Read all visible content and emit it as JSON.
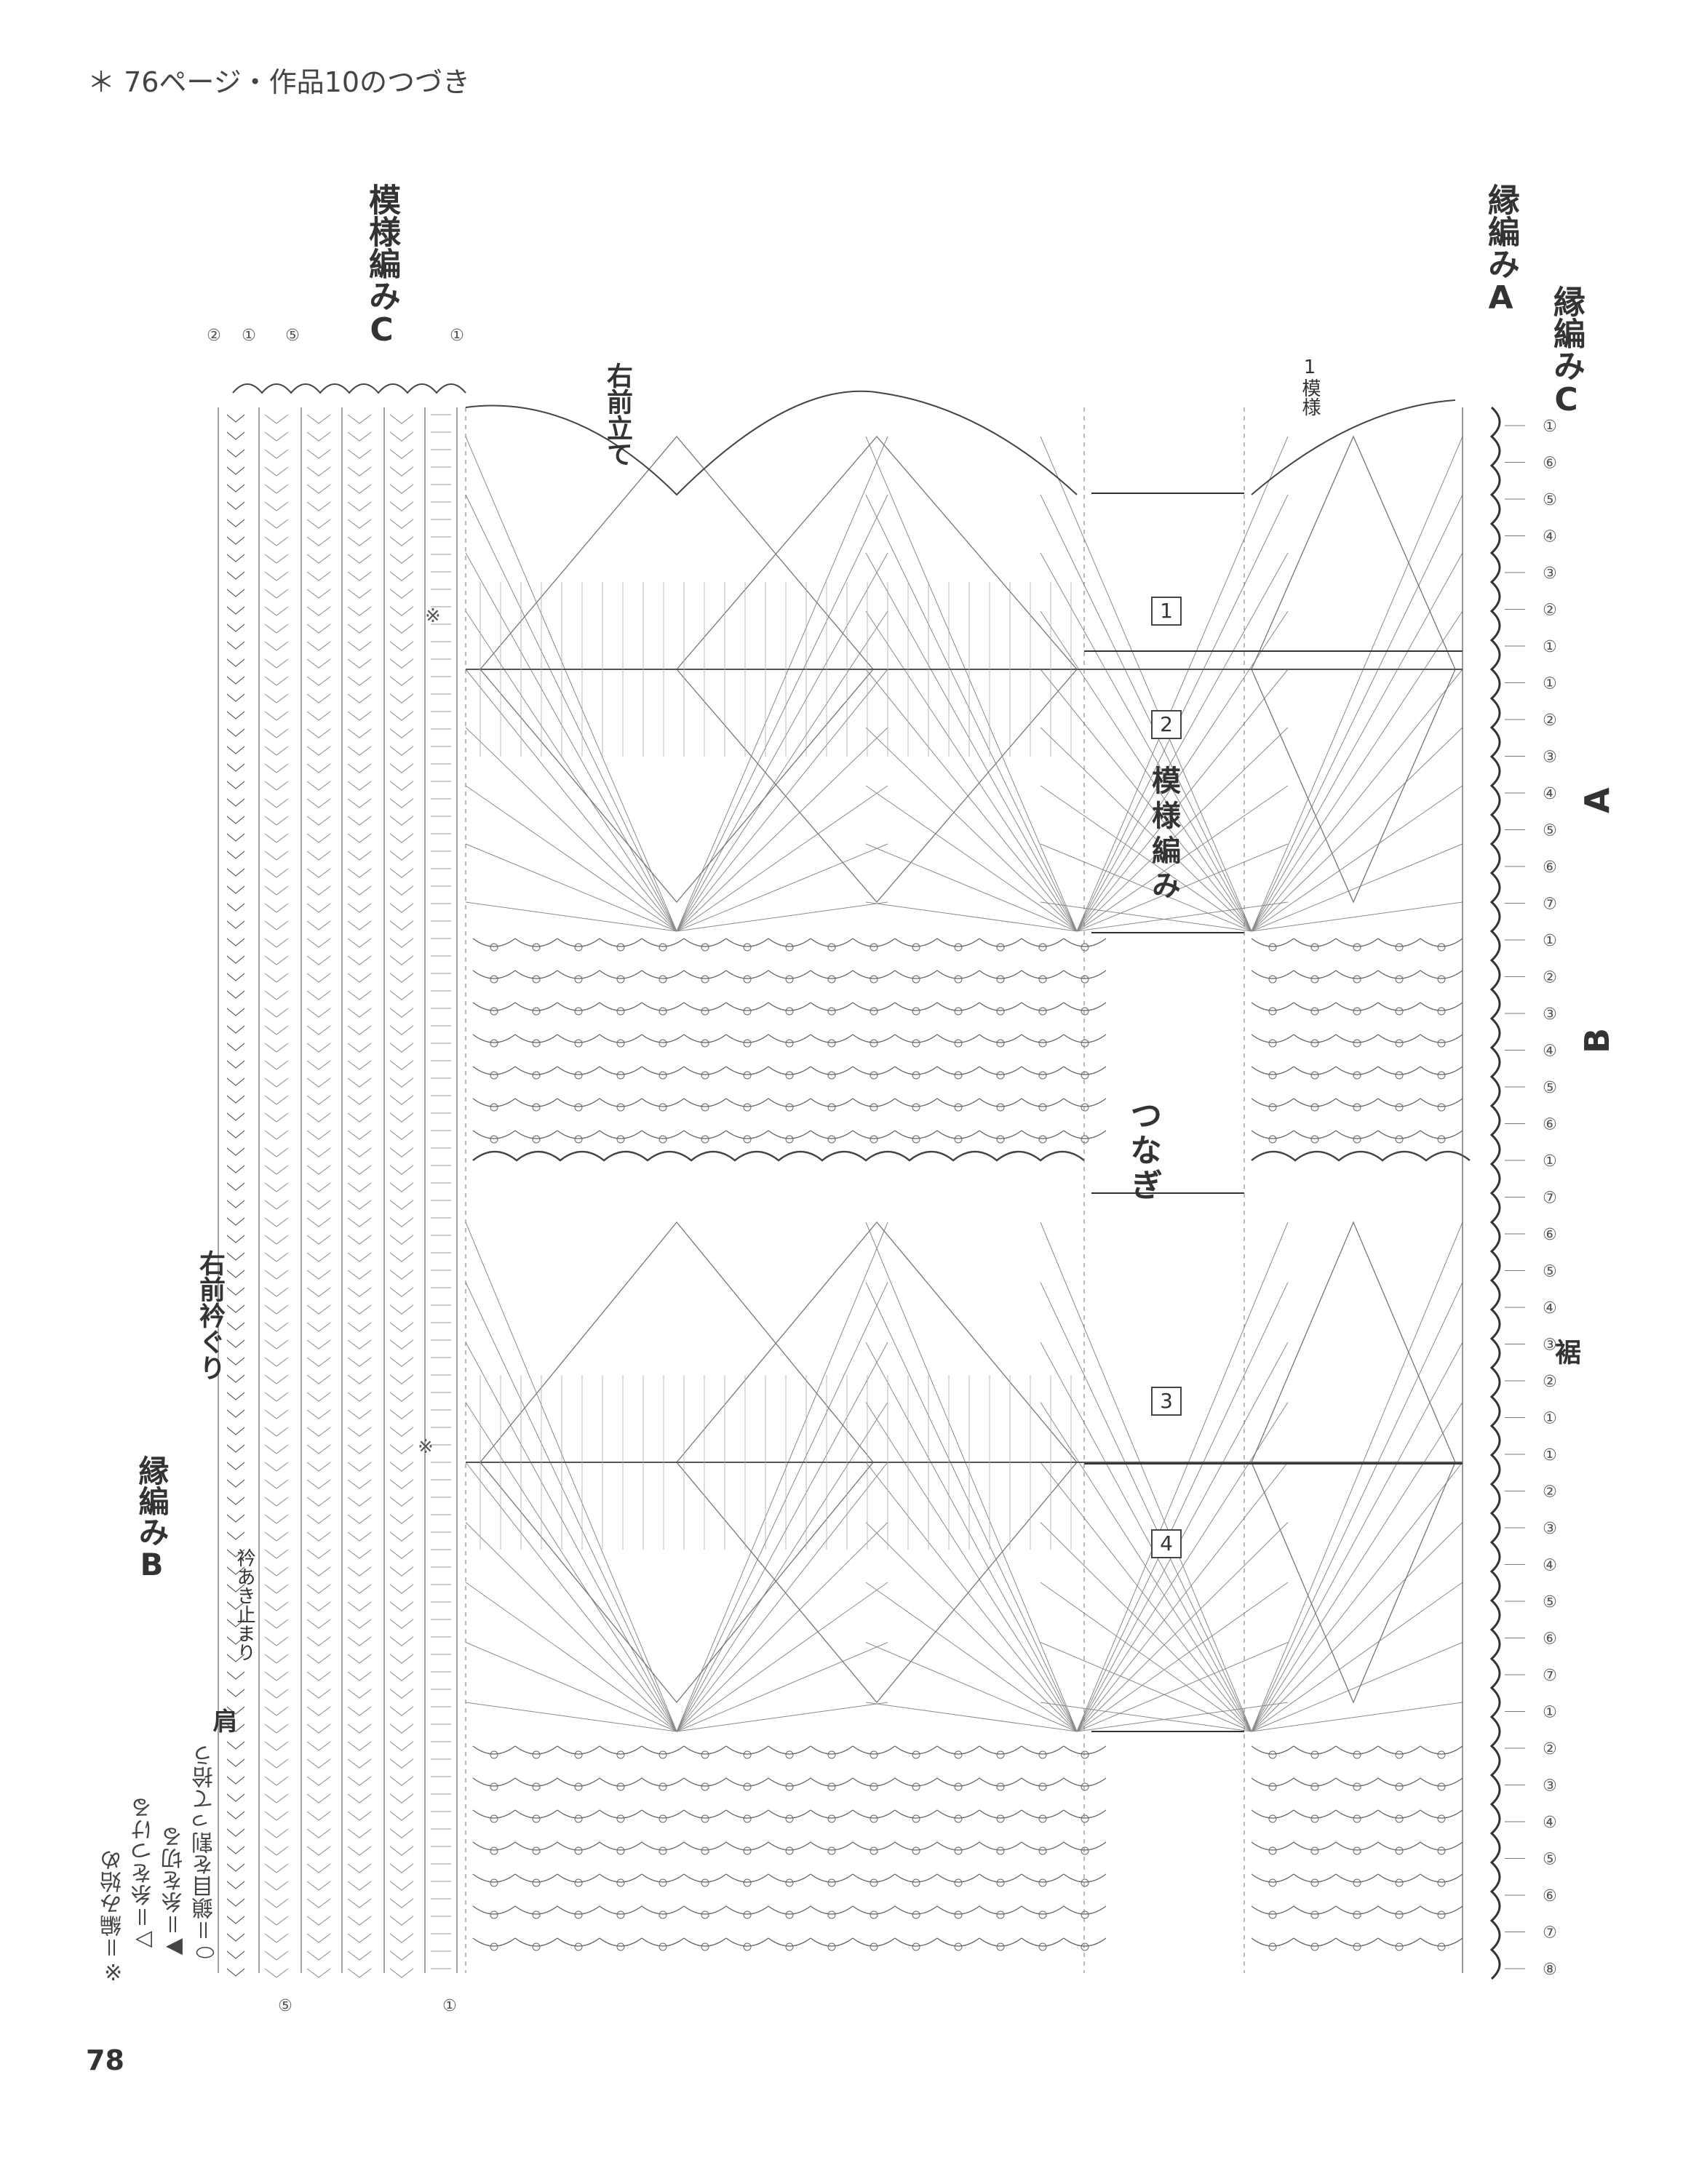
{
  "header": {
    "text": "＊ 76ページ・作品10のつづき"
  },
  "page_number": "78",
  "labels": {
    "pattern_c_top": "模様編みC",
    "edging_a": "縁編みA",
    "edging_c": "縁編みC",
    "right_front_band": "右前立て",
    "one_pattern": "1模様",
    "pattern_main": "模様編み",
    "joining": "つなぎ",
    "hem": "裾",
    "right_front_neck": "右前衿ぐり",
    "edging_b": "縁編みB",
    "neck_opening_stop": "衿あき止まり",
    "shoulder": "肩",
    "section_a": "A",
    "section_b": "B",
    "marker_1": "1",
    "marker_2": "2",
    "marker_3": "3",
    "marker_4": "4",
    "asterisk": "※"
  },
  "legend": [
    {
      "symbol": "※",
      "text": "＝編み始め"
    },
    {
      "symbol": "▷",
      "text": "＝糸をつける"
    },
    {
      "symbol": "▶",
      "text": "＝糸を切る"
    },
    {
      "symbol": "⬭",
      "text": "＝鎖目を割って拾う"
    }
  ],
  "row_numbers_right": [
    "①",
    "⑥",
    "⑤",
    "④",
    "③",
    "②",
    "①",
    "①",
    "②",
    "③",
    "④",
    "⑤",
    "⑥",
    "⑦",
    "①",
    "②",
    "③",
    "④",
    "⑤",
    "⑥",
    "①",
    "⑦",
    "⑥",
    "⑤",
    "④",
    "③",
    "②",
    "①",
    "①",
    "②",
    "③",
    "④",
    "⑤",
    "⑥",
    "⑦",
    "①",
    "②",
    "③",
    "④",
    "⑤",
    "⑥",
    "⑦",
    "⑧"
  ],
  "row_numbers_left_top": [
    "②",
    "①",
    "⑤",
    "①"
  ],
  "row_numbers_left_bottom": [
    "⑤",
    "①"
  ]
}
